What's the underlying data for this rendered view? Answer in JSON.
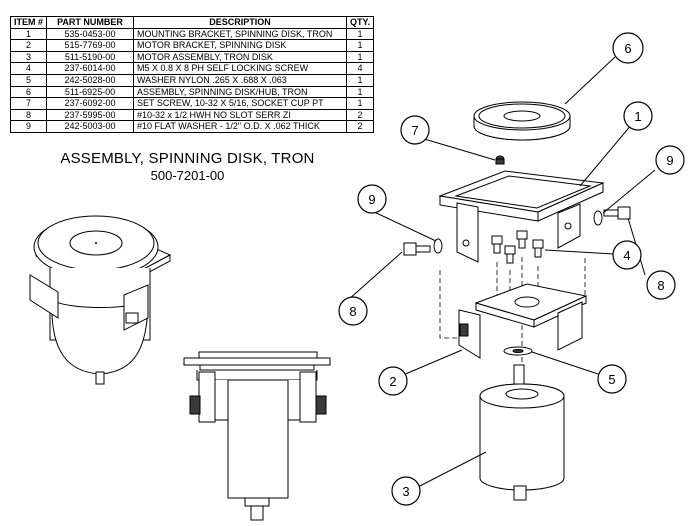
{
  "bom": {
    "headers": [
      "ITEM #",
      "PART NUMBER",
      "DESCRIPTION",
      "QTY."
    ],
    "rows": [
      [
        "1",
        "535-0453-00",
        "MOUNTING BRACKET, SPINNING DISK, TRON",
        "1"
      ],
      [
        "2",
        "515-7769-00",
        "MOTOR BRACKET, SPINNING DISK",
        "1"
      ],
      [
        "3",
        "511-5190-00",
        "MOTOR ASSEMBLY, TRON DISK",
        "1"
      ],
      [
        "4",
        "237-6014-00",
        "M5 X 0.8 X 8 PH SELF LOCKING SCREW",
        "4"
      ],
      [
        "5",
        "242-5028-00",
        "WASHER NYLON .265 X .688 X .063",
        "1"
      ],
      [
        "6",
        "511-6925-00",
        "ASSEMBLY, SPINNING DISK/HUB, TRON",
        "1"
      ],
      [
        "7",
        "237-6092-00",
        "SET SCREW, 10-32 X 5/16, SOCKET CUP PT",
        "1"
      ],
      [
        "8",
        "237-5995-00",
        "#10-32 x 1/2 HWH  NO SLOT SERR ZI",
        "2"
      ],
      [
        "9",
        "242-5003-00",
        "#10 FLAT WASHER - 1/2\" O.D. X .062 THICK",
        "2"
      ]
    ]
  },
  "title": {
    "main": "ASSEMBLY, SPINNING DISK, TRON",
    "number": "500-7201-00"
  },
  "callouts": {
    "c1": "1",
    "c2": "2",
    "c3": "3",
    "c4": "4",
    "c5": "5",
    "c6": "6",
    "c7": "7",
    "c8a": "8",
    "c8b": "8",
    "c9a": "9",
    "c9b": "9"
  }
}
